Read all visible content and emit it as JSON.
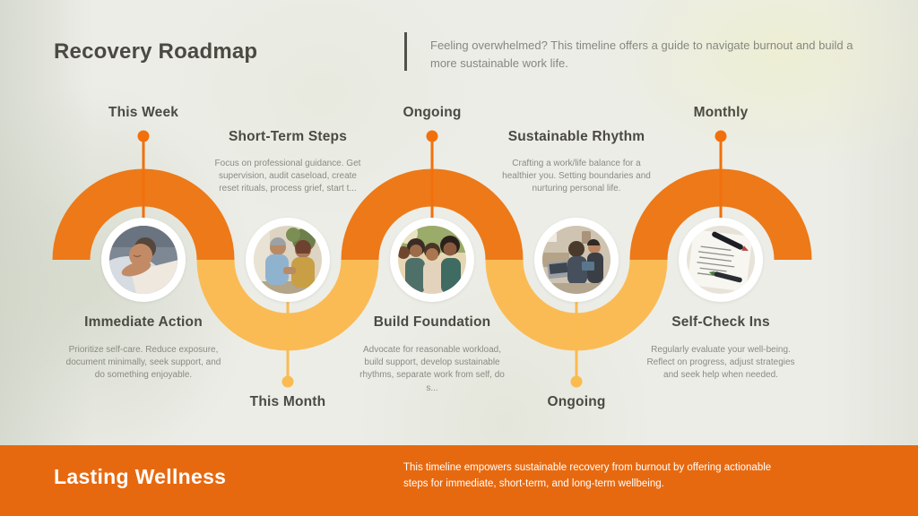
{
  "header": {
    "title": "Recovery Roadmap",
    "intro": "Feeling overwhelmed? This timeline offers a guide to navigate burnout and build a more sustainable work life."
  },
  "nodes": [
    {
      "time_label": "This Week",
      "time_position": "top",
      "heading": "Immediate Action",
      "heading_position": "bottom",
      "description": "Prioritize self-care. Reduce exposure, document minimally, seek support, and do something enjoyable.",
      "photo_subject": "person sleeping on a pillow"
    },
    {
      "time_label": "This Month",
      "time_position": "bottom",
      "heading": "Short-Term Steps",
      "heading_position": "top",
      "description": "Focus on professional guidance. Get supervision, audit caseload, create reset rituals, process grief, start t...",
      "photo_subject": "two people in a counseling conversation"
    },
    {
      "time_label": "Ongoing",
      "time_position": "top",
      "heading": "Build Foundation",
      "heading_position": "bottom",
      "description": "Advocate for reasonable workload, build support, develop sustainable rhythms, separate work from self, do s...",
      "photo_subject": "group of smiling friends outdoors"
    },
    {
      "time_label": "Ongoing",
      "time_position": "bottom",
      "heading": "Sustainable Rhythm",
      "heading_position": "top",
      "description": "Crafting a work/life balance for a healthier you. Setting boundaries and nurturing personal life.",
      "photo_subject": "people relaxing and working at home"
    },
    {
      "time_label": "Monthly",
      "time_position": "top",
      "heading": "Self-Check Ins",
      "heading_position": "bottom",
      "description": "Regularly evaluate your well-being. Reflect on progress, adjust strategies and seek help when needed.",
      "photo_subject": "handwritten journal page with pen"
    }
  ],
  "footer": {
    "brand": "Lasting Wellness",
    "text": "This timeline empowers sustainable recovery from burnout by offering actionable steps for immediate, short-term, and long-term wellbeing."
  },
  "colors": {
    "band_top": "#ED7918",
    "band_bottom": "#FABB55",
    "dot_top": "#F2700C",
    "dot_bottom": "#FABB4F",
    "footer_bar": "#E7690F",
    "heading_text": "#4A4A42",
    "body_text": "#8A8B83",
    "background": "#ECEDE7"
  }
}
